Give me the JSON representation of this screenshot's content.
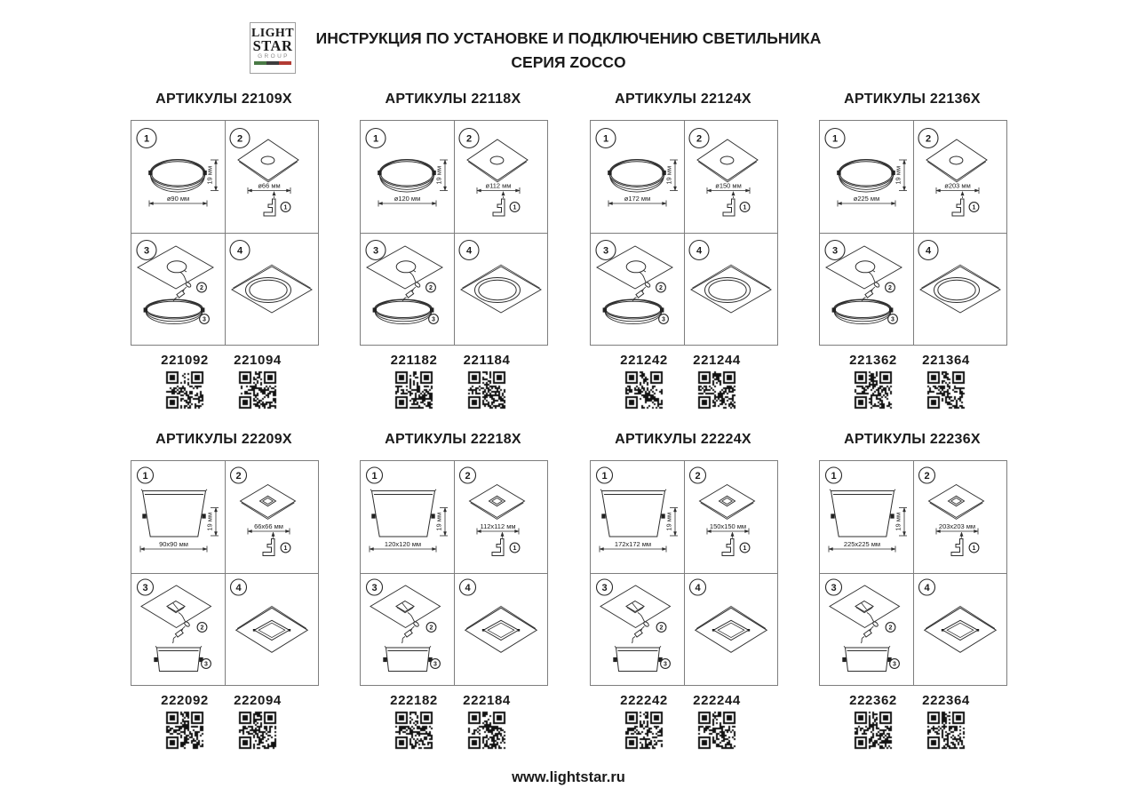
{
  "logo": {
    "line1": "LIGHT",
    "line2": "STAR",
    "line3": "GROUP",
    "flag_colors": [
      "#4a7a46",
      "#3d3d3d",
      "#b23b34"
    ]
  },
  "title": {
    "line1": "ИНСТРУКЦИЯ ПО УСТАНОВКЕ И ПОДКЛЮЧЕНИЮ СВЕТИЛЬНИКА",
    "line2": "СЕРИЯ ZOCCO"
  },
  "footer": {
    "url": "www.lightstar.ru"
  },
  "cell_numbers": [
    "1",
    "2",
    "3",
    "4"
  ],
  "callout_numbers": [
    "1",
    "2",
    "3"
  ],
  "panels": [
    {
      "title": "АРТИКУЛЫ 22109X",
      "shape": "round",
      "diameter": "ø90 мм",
      "height": "19 мм",
      "cutout": "ø66 мм",
      "codes": [
        "221092",
        "221094"
      ]
    },
    {
      "title": "АРТИКУЛЫ 22118X",
      "shape": "round",
      "diameter": "ø120 мм",
      "height": "19 мм",
      "cutout": "ø112 мм",
      "codes": [
        "221182",
        "221184"
      ]
    },
    {
      "title": "АРТИКУЛЫ 22124X",
      "shape": "round",
      "diameter": "ø172 мм",
      "height": "19 мм",
      "cutout": "ø150 мм",
      "codes": [
        "221242",
        "221244"
      ]
    },
    {
      "title": "АРТИКУЛЫ 22136X",
      "shape": "round",
      "diameter": "ø225 мм",
      "height": "19 мм",
      "cutout": "ø203 мм",
      "codes": [
        "221362",
        "221364"
      ]
    },
    {
      "title": "АРТИКУЛЫ 22209X",
      "shape": "square",
      "diameter": "90x90 мм",
      "height": "19 мм",
      "cutout": "66x66 мм",
      "codes": [
        "222092",
        "222094"
      ]
    },
    {
      "title": "АРТИКУЛЫ 22218X",
      "shape": "square",
      "diameter": "120x120 мм",
      "height": "19 мм",
      "cutout": "112x112 мм",
      "codes": [
        "222182",
        "222184"
      ]
    },
    {
      "title": "АРТИКУЛЫ 22224X",
      "shape": "square",
      "diameter": "172x172 мм",
      "height": "19 мм",
      "cutout": "150x150 мм",
      "codes": [
        "222242",
        "222244"
      ]
    },
    {
      "title": "АРТИКУЛЫ 22236X",
      "shape": "square",
      "diameter": "225x225 мм",
      "height": "19 мм",
      "cutout": "203x203 мм",
      "codes": [
        "222362",
        "222364"
      ]
    }
  ]
}
